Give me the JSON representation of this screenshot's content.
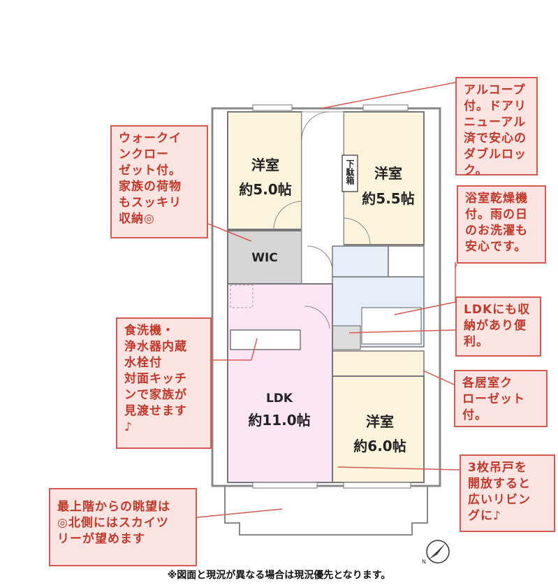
{
  "rooms": {
    "room1_name": "洋室",
    "room1_size": "約5.0帖",
    "room2_name": "洋室",
    "room2_size": "約5.5帖",
    "room3_name": "洋室",
    "room3_size": "約6.0帖",
    "wic": "WIC",
    "ldk_name": "LDK",
    "ldk_size": "約11.0帖",
    "shoe_box": "下駄箱"
  },
  "callouts": {
    "alcove": "アルコープ\n付。ドアリ\nニューアル\n済で安心の\nダブルロッ\nク。",
    "walkin": "ウォークイ\nンクロー\nゼット付。\n家族の荷物\nもスッキリ\n収納◎",
    "bath": "浴室乾燥機\n付。雨の日\nのお洗濯も\n安心です。",
    "ldk_storage": "LDKにも収\n納があり便\n利。",
    "kitchen": "食洗機・\n浄水器内蔵\n水栓付\n対面キッチ\nンで家族が\n見渡せます\n♪",
    "closet": "各居室ク\nローゼット\n付。",
    "doors": "3枚吊戸を\n開放すると\n広いリビン\nグに♪",
    "view": "最上階からの眺望は\n◎北側にはスカイツ\nリーが望めます"
  },
  "note": "※図面と現況が異なる場合は現況優先となります。",
  "compass": "N",
  "colors": {
    "room_beige": "#fbf3dc",
    "ldk_pink": "#fbe6f6",
    "wic_gray": "#d6d6d6",
    "wet_blue": "#e6eef8",
    "callout_fill": "#fbe4e2",
    "callout_border": "#d55a52",
    "callout_text": "#c0392b"
  }
}
